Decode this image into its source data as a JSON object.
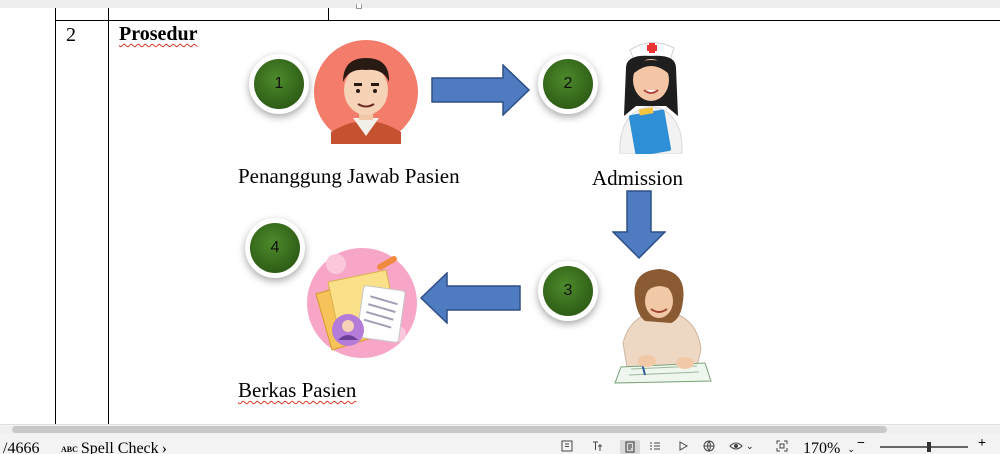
{
  "document": {
    "row_number": "2",
    "heading": "Prosedur",
    "steps": [
      {
        "number": "1",
        "label": "Penanggung Jawab Pasien"
      },
      {
        "number": "2",
        "label": "Admission"
      },
      {
        "number": "3",
        "label": ""
      },
      {
        "number": "4",
        "label": "Berkas Pasien"
      }
    ]
  },
  "colors": {
    "arrow_fill": "#4f7cc0",
    "badge_green": "#3a6e20",
    "spell_underline": "#d9362b"
  },
  "statusbar": {
    "word_count": "/4666",
    "spell_check": "Spell Check",
    "zoom_level": "170%",
    "zoom_out": "−",
    "zoom_in": "+",
    "icons": [
      "read-mode-icon",
      "translate-icon",
      "page-view-icon",
      "outline-icon",
      "play-icon",
      "web-layout-icon",
      "eye-protection-icon",
      "fit-screen-icon"
    ]
  }
}
